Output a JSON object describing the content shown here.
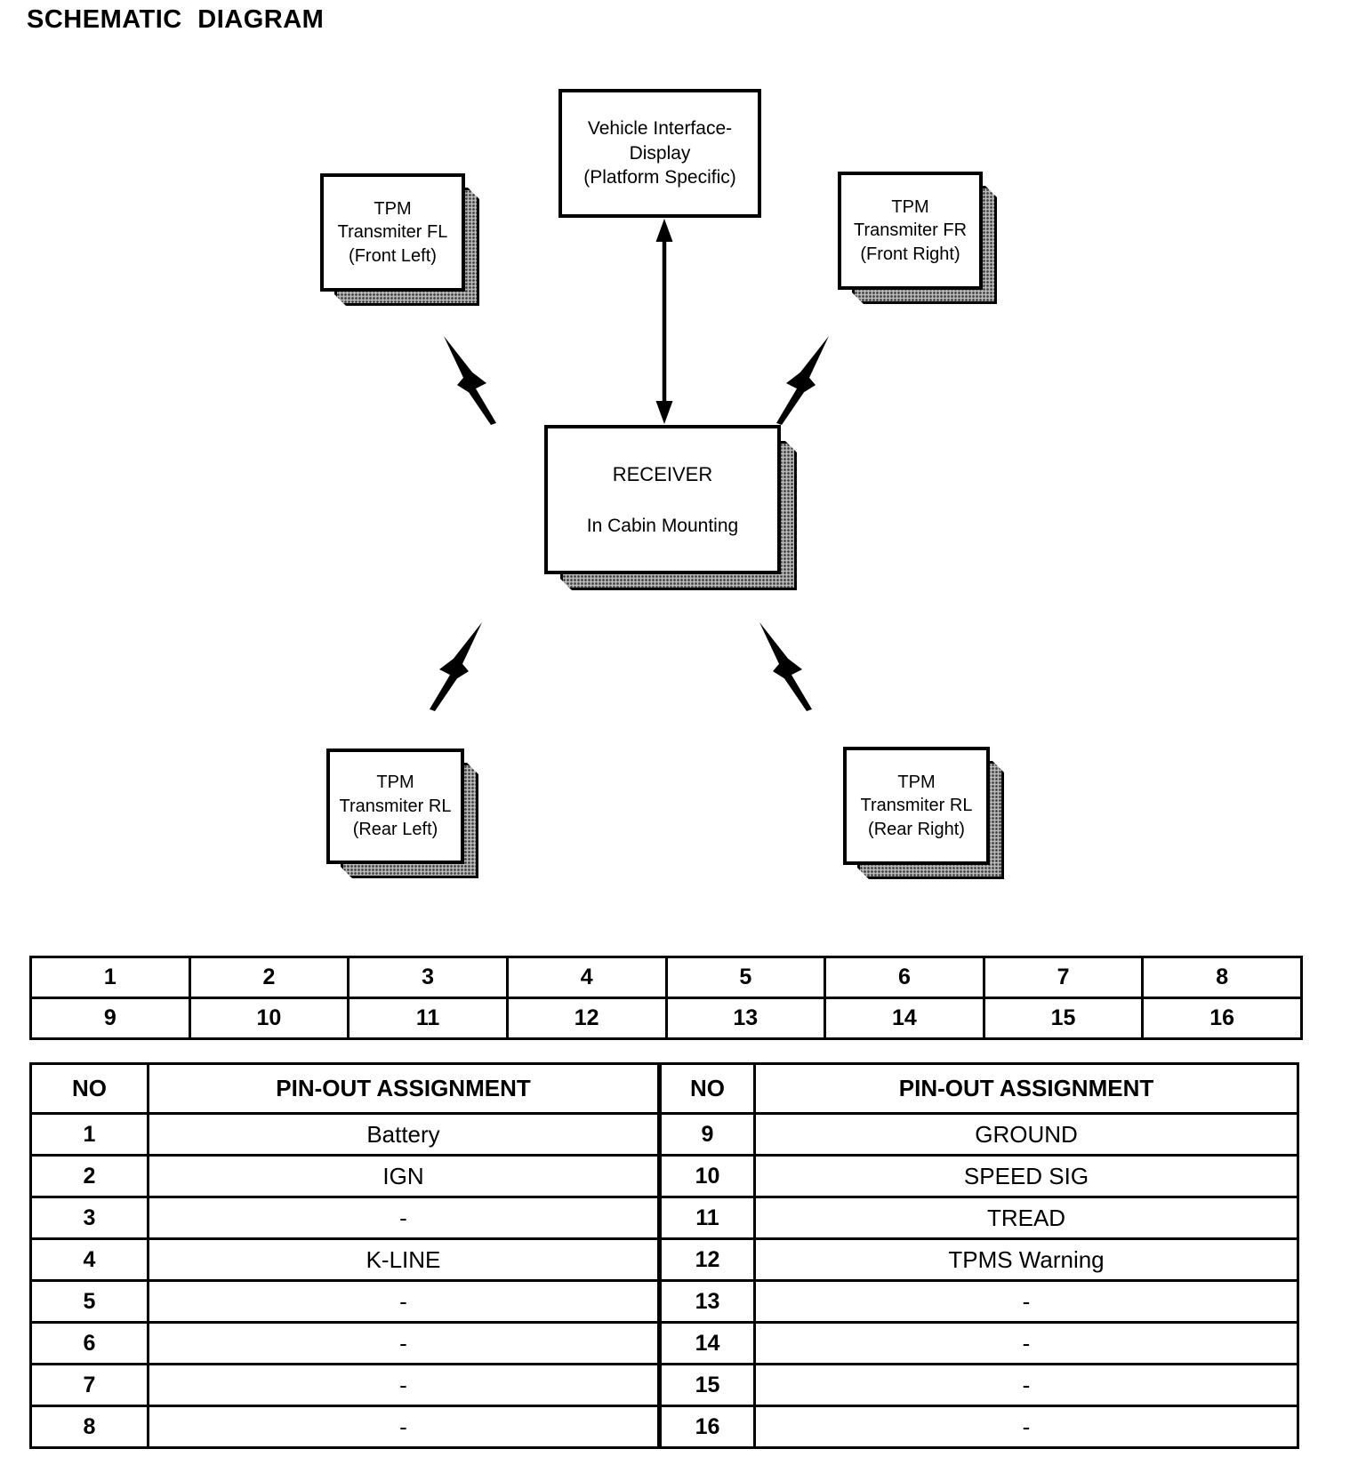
{
  "title": "SCHEMATIC DIAGRAM",
  "colors": {
    "ink": "#000000",
    "paper": "#ffffff",
    "shadow_gray": "#b9b9b9"
  },
  "diagram": {
    "vehicle_interface": {
      "lines": [
        "Vehicle Interface-",
        "Display",
        "(Platform Specific)"
      ]
    },
    "tpm_fl": {
      "lines": [
        "TPM",
        "Transmiter FL",
        "(Front Left)"
      ]
    },
    "tpm_fr": {
      "lines": [
        "TPM",
        "Transmiter FR",
        "(Front Right)"
      ]
    },
    "receiver": {
      "title": "RECEIVER",
      "subtitle": "In Cabin Mounting"
    },
    "tpm_rl": {
      "lines": [
        "TPM",
        "Transmiter RL",
        "(Rear Left)"
      ]
    },
    "tpm_rr": {
      "lines": [
        "TPM",
        "Transmiter RL",
        "(Rear Right)"
      ]
    }
  },
  "pin_grid": {
    "row1": [
      "1",
      "2",
      "3",
      "4",
      "5",
      "6",
      "7",
      "8"
    ],
    "row2": [
      "9",
      "10",
      "11",
      "12",
      "13",
      "14",
      "15",
      "16"
    ]
  },
  "pinout": {
    "headers": {
      "no": "NO",
      "assignment": "PIN-OUT ASSIGNMENT"
    },
    "left_rows": [
      {
        "no": "1",
        "assignment": "Battery"
      },
      {
        "no": "2",
        "assignment": "IGN"
      },
      {
        "no": "3",
        "assignment": "-"
      },
      {
        "no": "4",
        "assignment": "K-LINE"
      },
      {
        "no": "5",
        "assignment": "-"
      },
      {
        "no": "6",
        "assignment": "-"
      },
      {
        "no": "7",
        "assignment": "-"
      },
      {
        "no": "8",
        "assignment": "-"
      }
    ],
    "right_rows": [
      {
        "no": "9",
        "assignment": "GROUND"
      },
      {
        "no": "10",
        "assignment": "SPEED SIG"
      },
      {
        "no": "11",
        "assignment": "TREAD"
      },
      {
        "no": "12",
        "assignment": "TPMS Warning"
      },
      {
        "no": "13",
        "assignment": "-"
      },
      {
        "no": "14",
        "assignment": "-"
      },
      {
        "no": "15",
        "assignment": "-"
      },
      {
        "no": "16",
        "assignment": "-"
      }
    ]
  }
}
